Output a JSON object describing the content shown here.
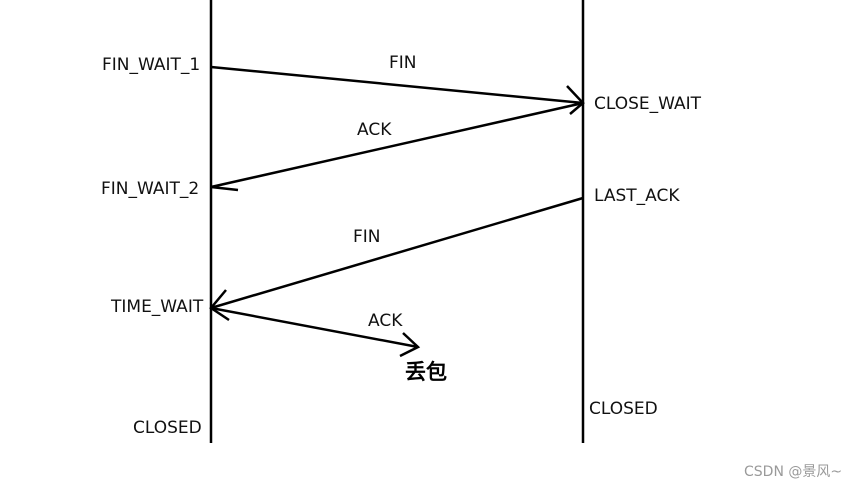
{
  "client_states": {
    "fin_wait_1": "FIN_WAIT_1",
    "fin_wait_2": "FIN_WAIT_2",
    "time_wait": "TIME_WAIT",
    "closed": "CLOSED"
  },
  "server_states": {
    "close_wait": "CLOSE_WAIT",
    "last_ack": "LAST_ACK",
    "closed": "CLOSED"
  },
  "messages": {
    "fin_1": "FIN",
    "ack_1": "ACK",
    "fin_2": "FIN",
    "ack_2": "ACK"
  },
  "packet_lost": "丢包",
  "watermark": "CSDN @景风~"
}
